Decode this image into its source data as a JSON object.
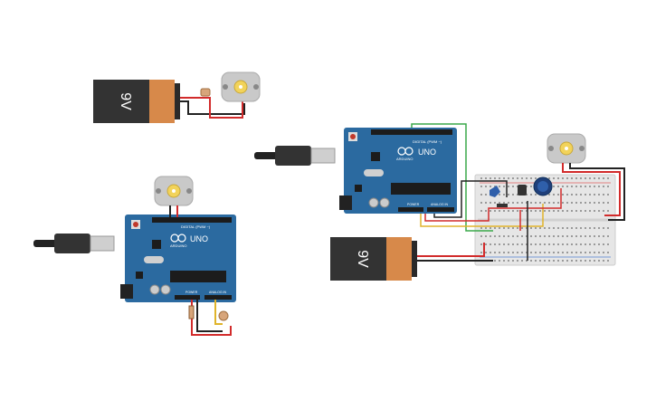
{
  "canvas": {
    "background": "#ffffff"
  },
  "battery": {
    "label": "9V",
    "body_color": "#333333",
    "cap_color": "#d7894a"
  },
  "arduino": {
    "brand": "ARDUINO",
    "model": "UNO",
    "digital_header": "DIGITAL (PWM ~)",
    "power_header": "POWER",
    "analog_header": "ANALOG IN",
    "board_color": "#2b6aa0"
  },
  "motor": {
    "body_color": "#c9c9c9",
    "shaft_color": "#f2d35a"
  },
  "wire_colors": {
    "red": "#d22b2b",
    "black": "#222222",
    "green": "#3aa84a",
    "yellow": "#e0b42a"
  }
}
